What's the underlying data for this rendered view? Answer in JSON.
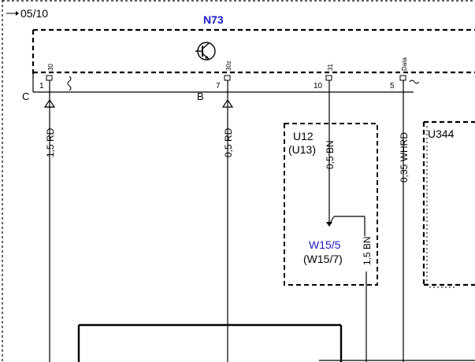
{
  "diagram": {
    "page_ref": "05/10",
    "module": {
      "id": "N73",
      "color": "#1a1ac8"
    },
    "pins": [
      {
        "id": "pin-30",
        "term": "30",
        "num": "1"
      },
      {
        "id": "pin-30z",
        "term": "30z",
        "num": "7"
      },
      {
        "id": "pin-31",
        "term": "31",
        "num": "10"
      },
      {
        "id": "pin-data",
        "term": "Data",
        "num": "5"
      }
    ],
    "connectors": {
      "c": "C",
      "b": "B"
    },
    "wires": {
      "w1": "1,5 RD",
      "w2": "0,5 RD",
      "w3": "0,5 BN",
      "w4": "0,35 WHRD",
      "w5": "1,5 BN"
    },
    "boxes": {
      "u12": {
        "label": "U12",
        "alt": "(U13)"
      },
      "u344": {
        "label": "U344"
      }
    },
    "ground": {
      "label": "W15/5",
      "alt": "(W15/7)",
      "color": "#1a1ac8"
    }
  }
}
